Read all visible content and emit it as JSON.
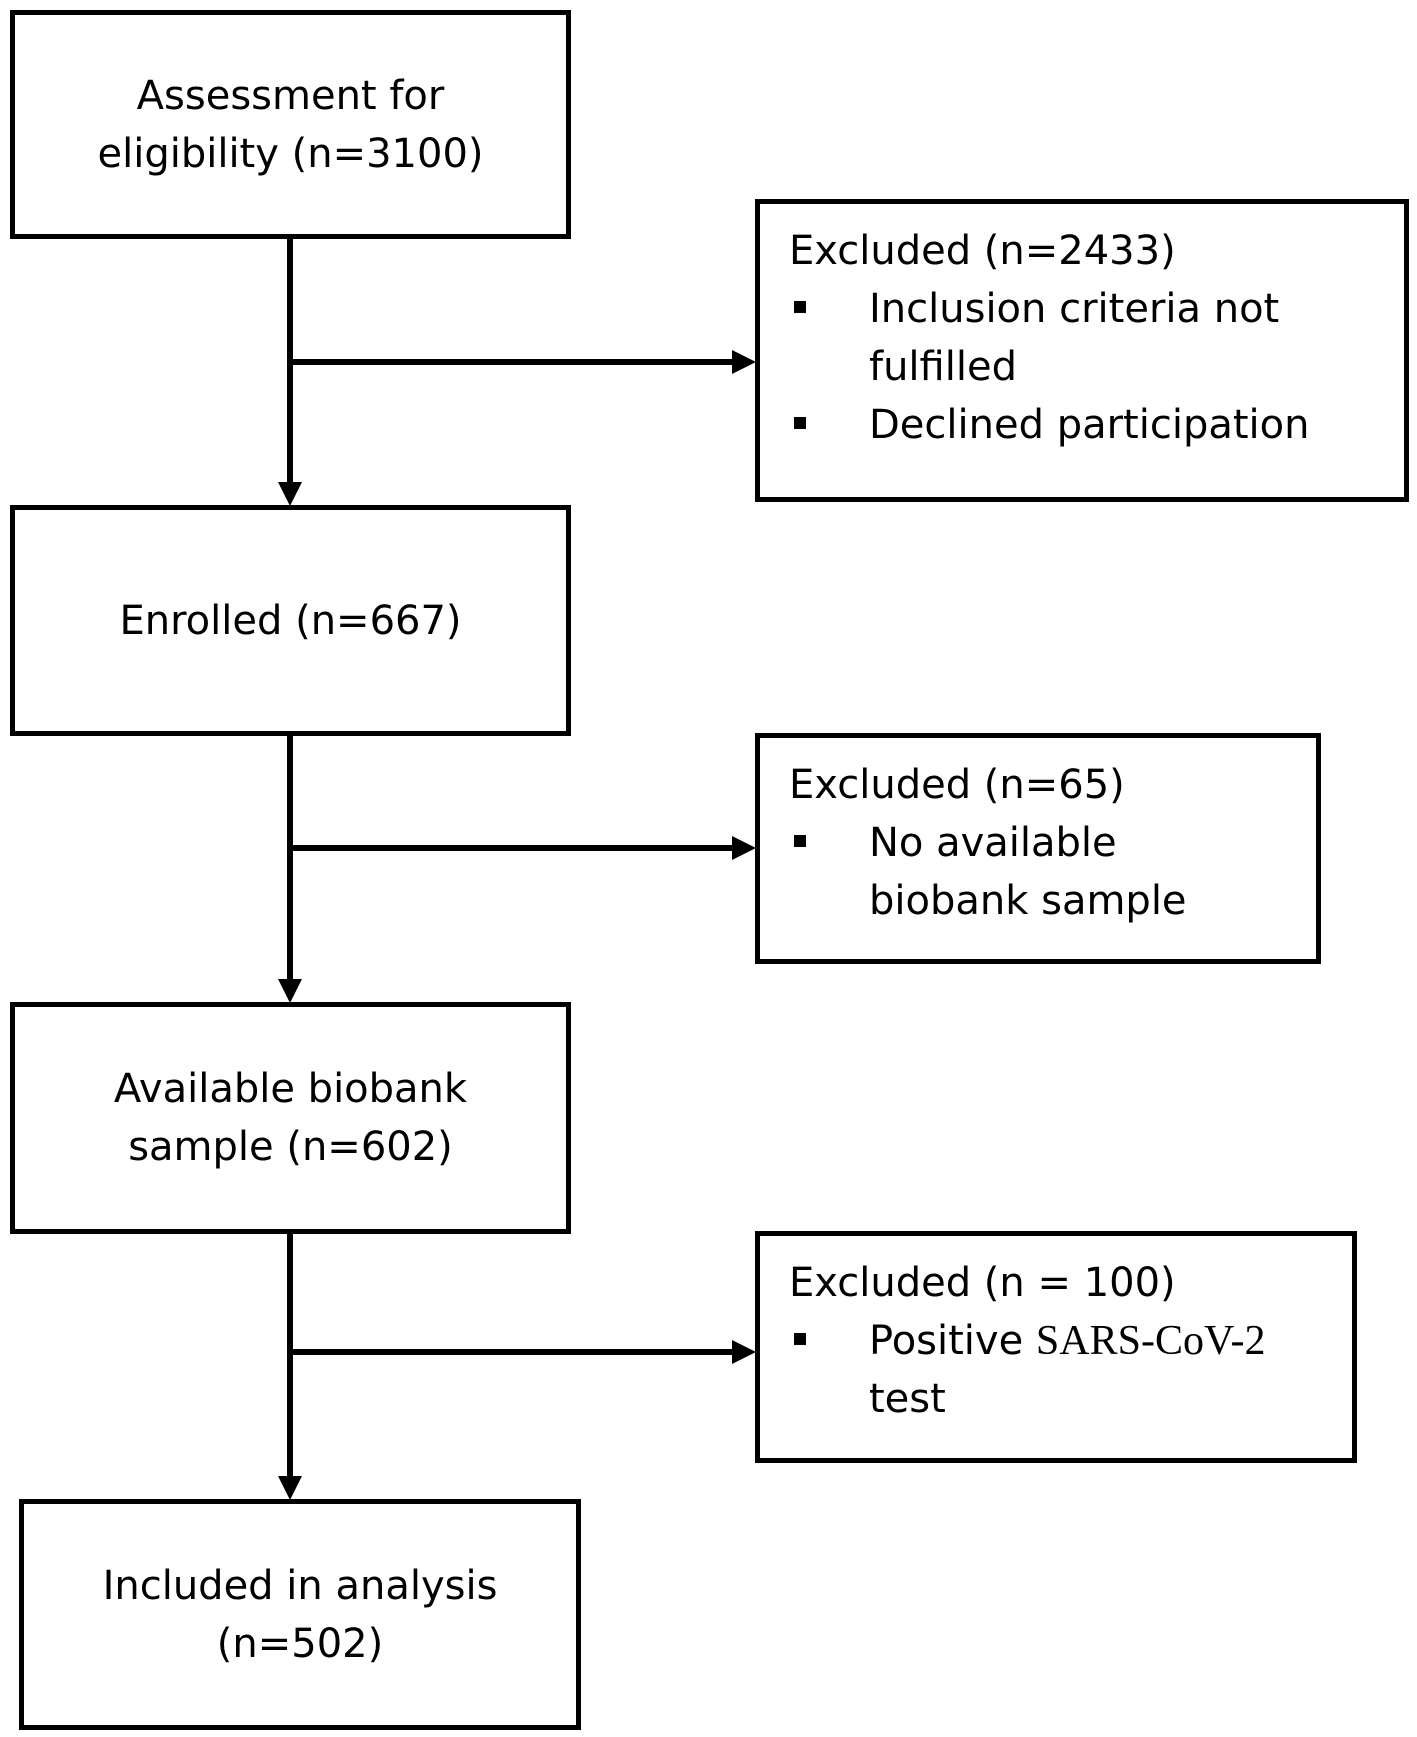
{
  "flow": {
    "assessment": {
      "line1": "Assessment for",
      "line2": "eligibility (n=3100)"
    },
    "enrolled": {
      "line1": "Enrolled (n=667)"
    },
    "available": {
      "line1": "Available biobank",
      "line2": "sample (n=602)"
    },
    "included": {
      "line1": "Included in analysis",
      "line2": "(n=502)"
    }
  },
  "exclusions": {
    "first": {
      "header": "Excluded (n=2433)",
      "item1_line1": "Inclusion criteria not",
      "item1_line2": "fulfilled",
      "item2": "Declined participation"
    },
    "second": {
      "header": "Excluded (n=65)",
      "item1_line1": "No available",
      "item1_line2": "biobank sample"
    },
    "third": {
      "header": "Excluded (n = 100)",
      "item1_prefix": "Positive ",
      "item1_serif": "SARS-CoV-2",
      "item1_line2": "test"
    }
  }
}
